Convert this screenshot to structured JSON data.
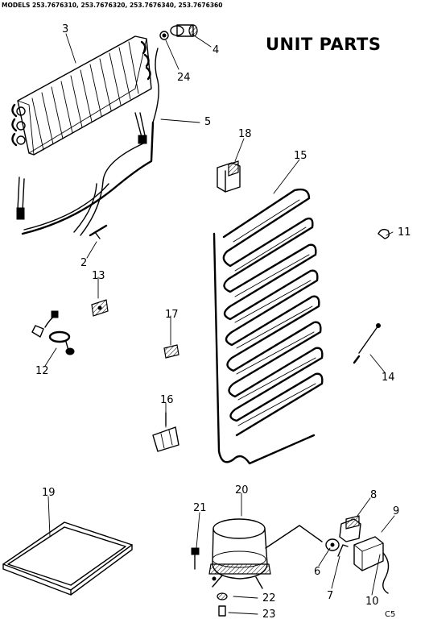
{
  "header": {
    "models": "MODELS 253.7676310, 253.7676320, 253.7676340, 253.7676360",
    "title": "UNIT PARTS"
  },
  "callouts": [
    "3",
    "4",
    "24",
    "5",
    "18",
    "15",
    "11",
    "2",
    "13",
    "17",
    "12",
    "14",
    "16",
    "19",
    "20",
    "21",
    "8",
    "9",
    "6",
    "7",
    "10",
    "22",
    "23"
  ],
  "footer": {
    "code": "C5"
  }
}
